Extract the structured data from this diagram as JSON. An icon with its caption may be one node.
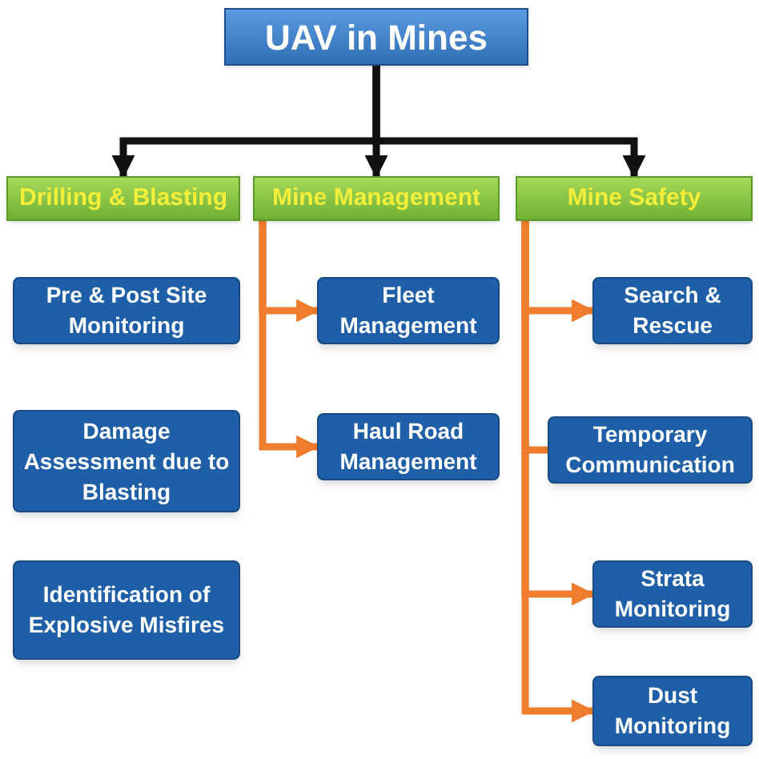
{
  "diagram": {
    "nodes": [
      {
        "text": [
          "UAV in Mines"
        ]
      },
      {
        "text": [
          "Drilling & Blasting"
        ]
      },
      {
        "text": [
          "Mine Management"
        ]
      },
      {
        "text": [
          "Mine Safety"
        ]
      },
      {
        "text": [
          "Pre & Post Site Monitoring"
        ]
      },
      {
        "text": [
          "Damage Assessment due to Blasting"
        ]
      },
      {
        "text": [
          "Identification of Explosive Misfires"
        ]
      },
      {
        "text": [
          "Fleet Management"
        ]
      },
      {
        "text": [
          "Haul Road Management"
        ]
      },
      {
        "text": [
          "Search & Rescue"
        ]
      },
      {
        "text": [
          "Temporary Communication"
        ]
      },
      {
        "text": [
          "Strata Monitoring"
        ]
      },
      {
        "text": [
          "Dust Monitoring"
        ]
      }
    ],
    "edges": [
      {
        "from": 0,
        "to": 1,
        "arrow": "to",
        "color": "#111111"
      },
      {
        "from": 0,
        "to": 2,
        "arrow": "to",
        "color": "#111111"
      },
      {
        "from": 0,
        "to": 3,
        "arrow": "to",
        "color": "#111111"
      },
      {
        "from": 2,
        "to": 7,
        "arrow": "to"
      },
      {
        "from": 2,
        "to": 8,
        "arrow": "to"
      },
      {
        "from": 3,
        "to": 9,
        "arrow": "to"
      },
      {
        "from": 3,
        "to": 10,
        "arrow": "none"
      },
      {
        "from": 3,
        "to": 11,
        "arrow": "to"
      },
      {
        "from": 3,
        "to": 12,
        "arrow": "to"
      }
    ]
  }
}
